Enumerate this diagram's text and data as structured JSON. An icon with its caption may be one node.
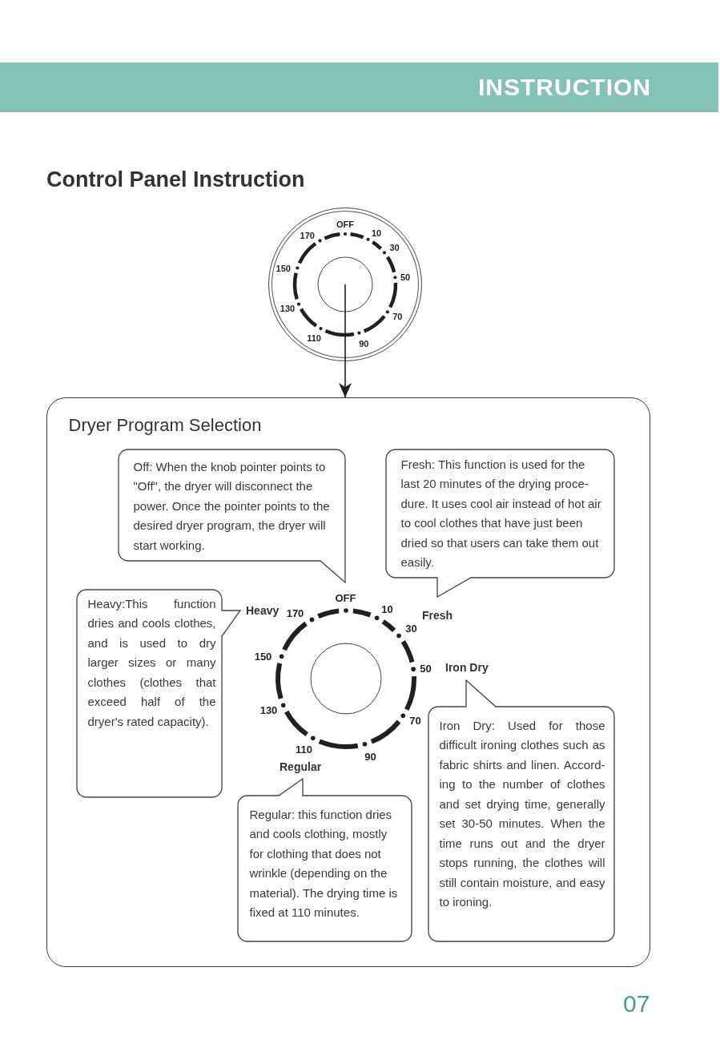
{
  "diagram": {
    "title": "Control Panel Instruction",
    "nodes": [
      {
        "text": [
          "OFF",
          "10",
          "30",
          "50",
          "70",
          "90",
          "110",
          "130",
          "150",
          "170"
        ]
      },
      {
        "text": [
          "Dryer Program Selection"
        ]
      },
      {
        "text": [
          "Off: When the knob pointer points to \"Off\", the dryer will disconnect the power. Once the pointer points to the desired dryer program, the dryer will start working."
        ],
        "in": 1
      },
      {
        "text": [
          "Fresh: This function is used for the last 20 minutes of the drying proce-dure. It uses cool air instead of hot air to cool clothes that have just been dried so that users can take them out easily."
        ],
        "in": 1
      },
      {
        "text": [
          "Heavy:This function dries and cools clothes, and is used to dry larger sizes or many clothes (clothes that exceed half of the dryer's rated capacity)."
        ],
        "in": 1
      },
      {
        "text": [
          "OFF",
          "10",
          "30",
          "50",
          "70",
          "90",
          "110",
          "130",
          "150",
          "170"
        ],
        "in": 1
      },
      {
        "text": [
          "Iron Dry: Used for those difficult ironing clothes such as fabric shirts and linen. Accord-ing to the number of clothes and set drying time, generally set 30-50 minutes. When the time runs out and the dryer stops running, the clothes will still contain moisture, and easy to ironing."
        ],
        "in": 1
      },
      {
        "text": [
          "Regular: this function dries and cools clothing, mostly for clothing that does not wrinkle (depending on the material). The drying time is fixed at 110 minutes."
        ],
        "in": 1
      }
    ],
    "edges": [
      {
        "from": 0,
        "to": 1,
        "arrow": "to"
      }
    ],
    "labels": [
      "INSTRUCTION",
      "Heavy",
      "Fresh",
      "Iron Dry",
      "Regular",
      "07"
    ]
  }
}
